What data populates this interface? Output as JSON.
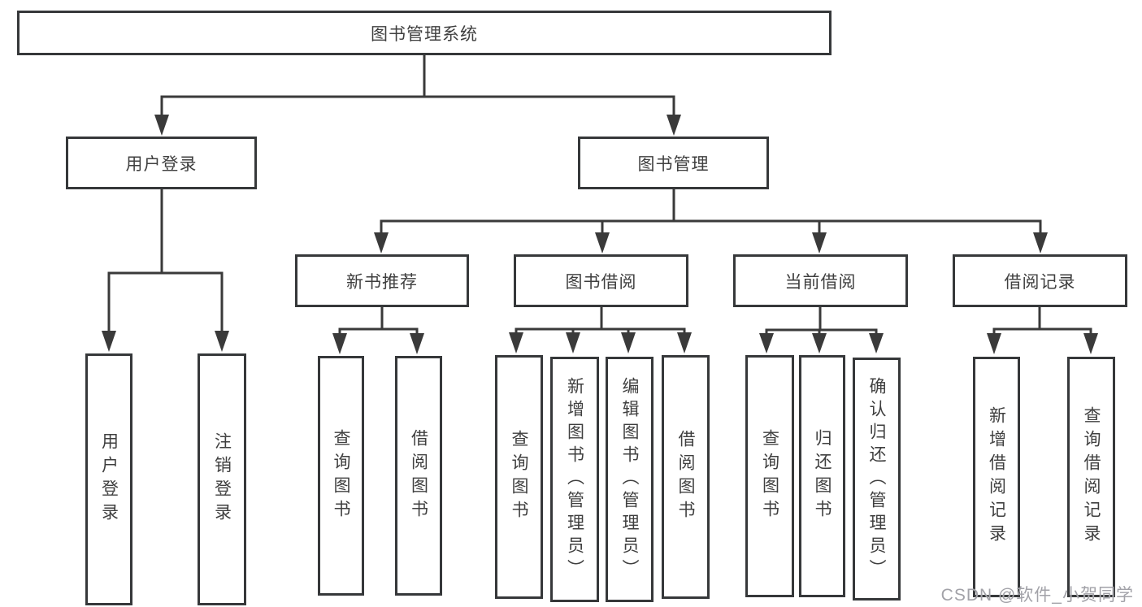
{
  "diagram": {
    "root": {
      "label": "图书管理系统"
    },
    "level1": {
      "user_login": {
        "label": "用户登录"
      },
      "book_mgmt": {
        "label": "图书管理"
      }
    },
    "level2": {
      "new_book": {
        "label": "新书推荐"
      },
      "borrow": {
        "label": "图书借阅"
      },
      "current": {
        "label": "当前借阅"
      },
      "records": {
        "label": "借阅记录"
      }
    },
    "leaves": {
      "user_login_leaf": "用户登录",
      "logout": "注销登录",
      "nb_query": "查询图书",
      "nb_borrow": "借阅图书",
      "bw_query": "查询图书",
      "bw_add": "新增图书（管理员）",
      "bw_edit": "编辑图书（管理员）",
      "bw_borrow": "借阅图书",
      "cur_query": "查询图书",
      "cur_return": "归还图书",
      "cur_confirm": "确认归还（管理员）",
      "rec_add": "新增借阅记录",
      "rec_query": "查询借阅记录"
    }
  },
  "watermark": {
    "text": "CSDN @软件_小贺同学"
  },
  "colors": {
    "line": "#3a3a3a",
    "border": "#36383a",
    "text": "#3f3f3f",
    "watermark": "#a2a2a8",
    "background": "#ffffff"
  }
}
